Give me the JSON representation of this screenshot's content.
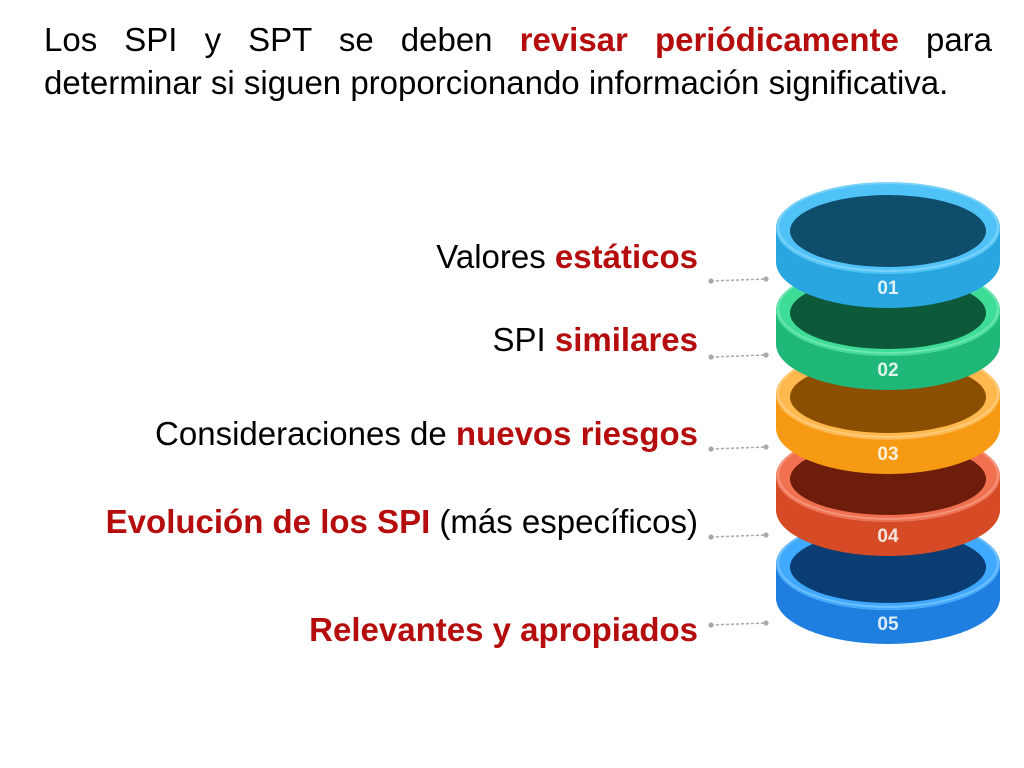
{
  "intro": {
    "before": "Los SPI y SPT se deben ",
    "highlight": "revisar periódicamente",
    "after": " para determinar si siguen proporcionando información significativa."
  },
  "items": [
    {
      "plain_before": "Valores ",
      "highlight": "estáticos",
      "plain_after": ""
    },
    {
      "plain_before": "SPI ",
      "highlight": "similares",
      "plain_after": ""
    },
    {
      "plain_before": "Consideraciones de ",
      "highlight": "nuevos riesgos",
      "plain_after": ""
    },
    {
      "plain_before": "",
      "highlight": "Evolución de los SPI",
      "plain_after": " (más específicos)"
    },
    {
      "plain_before": "",
      "highlight": "Relevantes y apropiados",
      "plain_after": ""
    }
  ],
  "rings": [
    {
      "label": "01",
      "color_top": "#4fc3f7",
      "color_side": "#29a6e0",
      "color_inner": "#0f4d6b"
    },
    {
      "label": "02",
      "color_top": "#3ddc97",
      "color_side": "#1fb878",
      "color_inner": "#0c5a3a"
    },
    {
      "label": "03",
      "color_top": "#ffb84d",
      "color_side": "#f59a12",
      "color_inner": "#8a4f00"
    },
    {
      "label": "04",
      "color_top": "#f0704f",
      "color_side": "#d64a25",
      "color_inner": "#6e1d0b"
    },
    {
      "label": "05",
      "color_top": "#3fa8ff",
      "color_side": "#1e7fe0",
      "color_inner": "#0a3d73"
    }
  ],
  "colors": {
    "highlight": "#b50d0d",
    "connector": "#a9a9a9"
  }
}
